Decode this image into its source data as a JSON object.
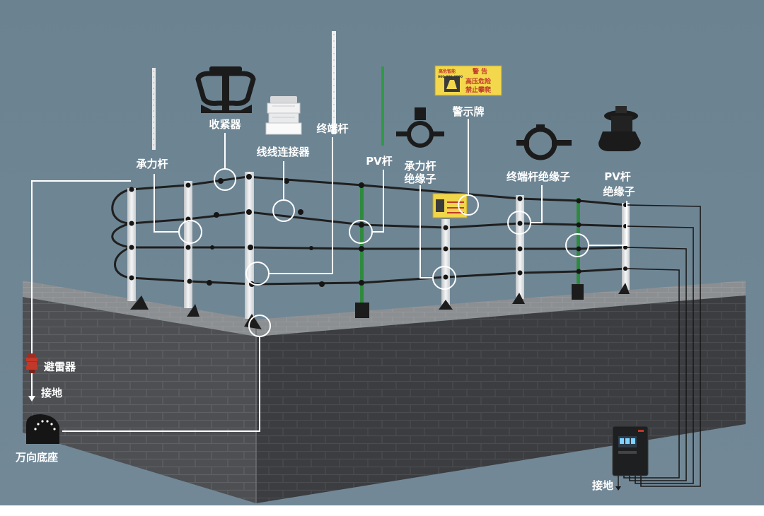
{
  "diagram": {
    "labels": {
      "tightener": "收紧器",
      "wire_connector": "线线连接器",
      "terminal_pole": "终端杆",
      "load_pole": "承力杆",
      "pv_pole": "PV杆",
      "load_pole_insulator_1": "承力杆",
      "load_pole_insulator_2": "绝缘子",
      "warning_sign": "警示牌",
      "terminal_pole_insulator": "终端杆绝缘子",
      "pv_pole_insulator_1": "PV杆",
      "pv_pole_insulator_2": "绝缘子",
      "lightning_arrester": "避雷器",
      "ground_left": "接地",
      "universal_base": "万向底座",
      "ground_right": "接地"
    },
    "warning_sign_text": {
      "line1_left": "高危智能",
      "line1_right": "警 告",
      "line2_left": "000-000-0000",
      "line3": "高压危险",
      "line4": "禁止攀爬"
    },
    "colors": {
      "background": "#6e8593",
      "wall_top": "#8f9295",
      "wall_front": "#4b4d50",
      "wall_side": "#3a3c3f",
      "pole": "#e4e6e8",
      "pv_pole": "#2e8b3e",
      "wire": "#222222",
      "callout": "#ffffff",
      "sign": "#f1d54a",
      "arrester": "#c0392b"
    },
    "icons": [
      "tightener-icon",
      "wire-connector-icon",
      "load-pole-insulator-icon",
      "terminal-pole-insulator-icon",
      "pv-pole-insulator-icon",
      "warning-sign-icon",
      "lightning-arrester-icon",
      "universal-base-icon",
      "controller-icon"
    ]
  }
}
